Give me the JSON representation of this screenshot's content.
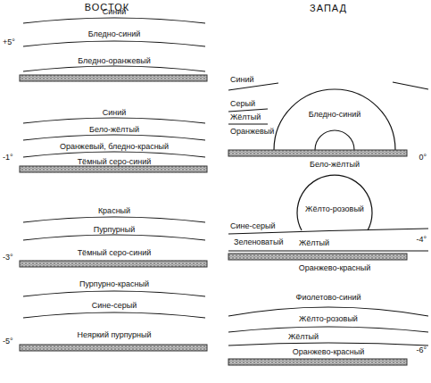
{
  "diagram": {
    "labels": [
      "ВОСТОК",
      "ЗАПАД",
      "Синий",
      "Бледно-синий",
      "+5°",
      "Бледно-оранжевый",
      "Синий",
      "Бело-жёлтый",
      "Оранжевый, бледно-красный",
      "Тёмный серо-синий",
      "-1°",
      "Красный",
      "Пурпурный",
      "Тёмный серо-синий",
      "-3°",
      "Пурпурно-красный",
      "Сине-серый",
      "Неяркий пурпурный",
      "-5°",
      "Синий",
      "Серый",
      "Бледно-синий",
      "Жёлтый",
      "Оранжевый",
      "Бело-жёлтый",
      "0°",
      "Жёлто-розовый",
      "Сине-серый",
      "Зеленоватый",
      "Жёлтый",
      "Оранжево-красный",
      "-4°",
      "Фиолетово-синий",
      "Жёлто-розовый",
      "Жёлтый",
      "Оранжево-красный",
      "-6°"
    ]
  }
}
